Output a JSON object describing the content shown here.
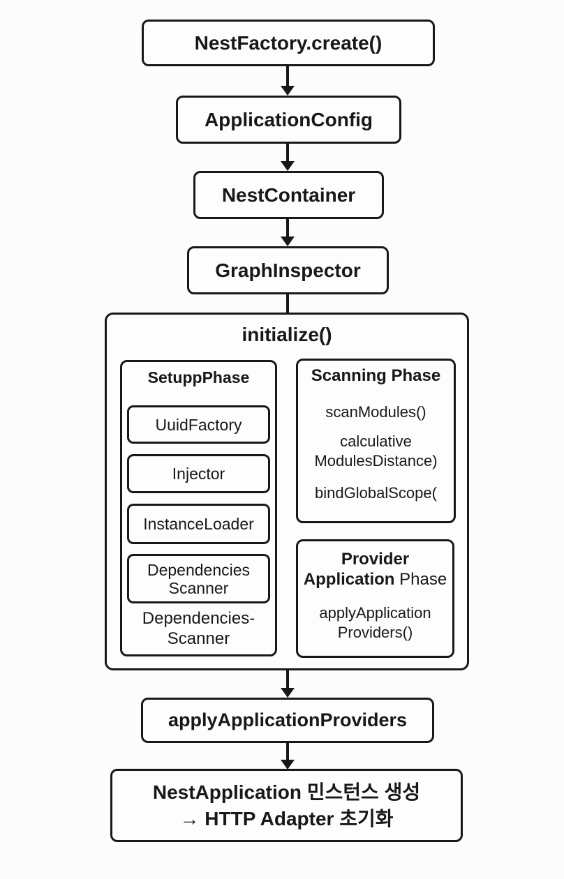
{
  "nodes": {
    "n1": "NestFactory.create()",
    "n2": "ApplicationConfig",
    "n3": "NestContainer",
    "n4": "GraphInspector",
    "n5": "applyApplicationProviders",
    "n6": "NestApplication 민스턴스 생성\n→ HTTP Adapter 초기화"
  },
  "initialize": {
    "title": "initialize()",
    "setup": {
      "title": "SetuppPhase",
      "boxes": [
        "UuidFactory",
        "Injector",
        "InstanceLoader",
        "Dependencies\nScanner"
      ],
      "note": "Dependencies-\nScanner"
    },
    "scanning": {
      "title": "Scanning Phase",
      "items": [
        "scanModules()",
        "calculative\nModulesDistance)",
        "bindGlobalScope("
      ]
    },
    "provider": {
      "title_bold1": "Provider",
      "title_bold2": "Application",
      "title_regular": "Phase",
      "item": "applyApplication\nProviders()"
    }
  },
  "colors": {
    "ink": "#17181a",
    "background": "#fcfcfc",
    "box_fill": "#fdfdfd"
  }
}
